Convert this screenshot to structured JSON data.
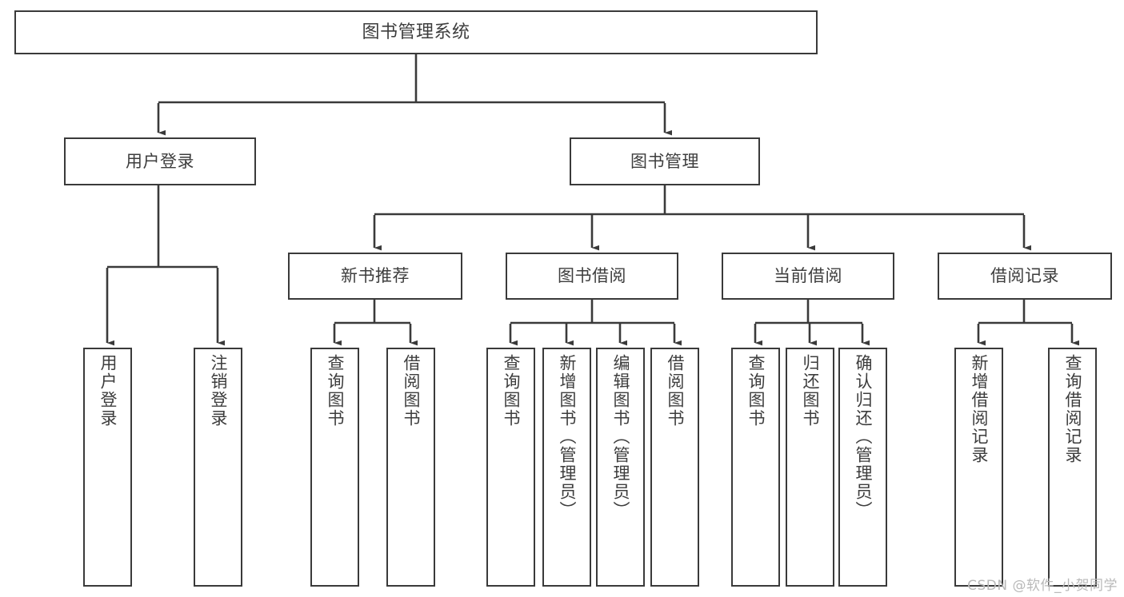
{
  "diagram": {
    "title": "图书管理系统",
    "type": "tree-hierarchy-chart",
    "colors": {
      "box_border": "#3a3a3a",
      "box_fill": "#ffffff",
      "edge": "#3a3a3a",
      "text": "#3d3d3d",
      "background": "#ffffff",
      "watermark": "#b9b9b9"
    },
    "watermark": "CSDN @软件_小贺同学",
    "nodes": {
      "root": {
        "label": "图书管理系统"
      },
      "level2": [
        {
          "id": "user-login",
          "label": "用户登录"
        },
        {
          "id": "book-management",
          "label": "图书管理"
        }
      ],
      "level3": [
        {
          "id": "new-book-recommend",
          "label": "新书推荐"
        },
        {
          "id": "book-borrow",
          "label": "图书借阅"
        },
        {
          "id": "current-borrow",
          "label": "当前借阅"
        },
        {
          "id": "borrow-record",
          "label": "借阅记录"
        }
      ],
      "leaves": {
        "user_login": [
          {
            "id": "leaf-user-login",
            "label": "用户登录"
          },
          {
            "id": "leaf-logout-login",
            "label": "注销登录"
          }
        ],
        "new_book_recommend": [
          {
            "id": "leaf-query-book-1",
            "label": "查询图书"
          },
          {
            "id": "leaf-borrow-book-1",
            "label": "借阅图书"
          }
        ],
        "book_borrow": [
          {
            "id": "leaf-query-book-2",
            "label": "查询图书"
          },
          {
            "id": "leaf-add-book",
            "label": "新增图书（管理员）"
          },
          {
            "id": "leaf-edit-book",
            "label": "编辑图书（管理员）"
          },
          {
            "id": "leaf-borrow-book-2",
            "label": "借阅图书"
          }
        ],
        "current_borrow": [
          {
            "id": "leaf-query-book-3",
            "label": "查询图书"
          },
          {
            "id": "leaf-return-book",
            "label": "归还图书"
          },
          {
            "id": "leaf-confirm-return",
            "label": "确认归还（管理员）"
          }
        ],
        "borrow_record": [
          {
            "id": "leaf-add-borrow-record",
            "label": "新增借阅记录"
          },
          {
            "id": "leaf-query-borrow-record",
            "label": "查询借阅记录"
          }
        ]
      }
    }
  }
}
